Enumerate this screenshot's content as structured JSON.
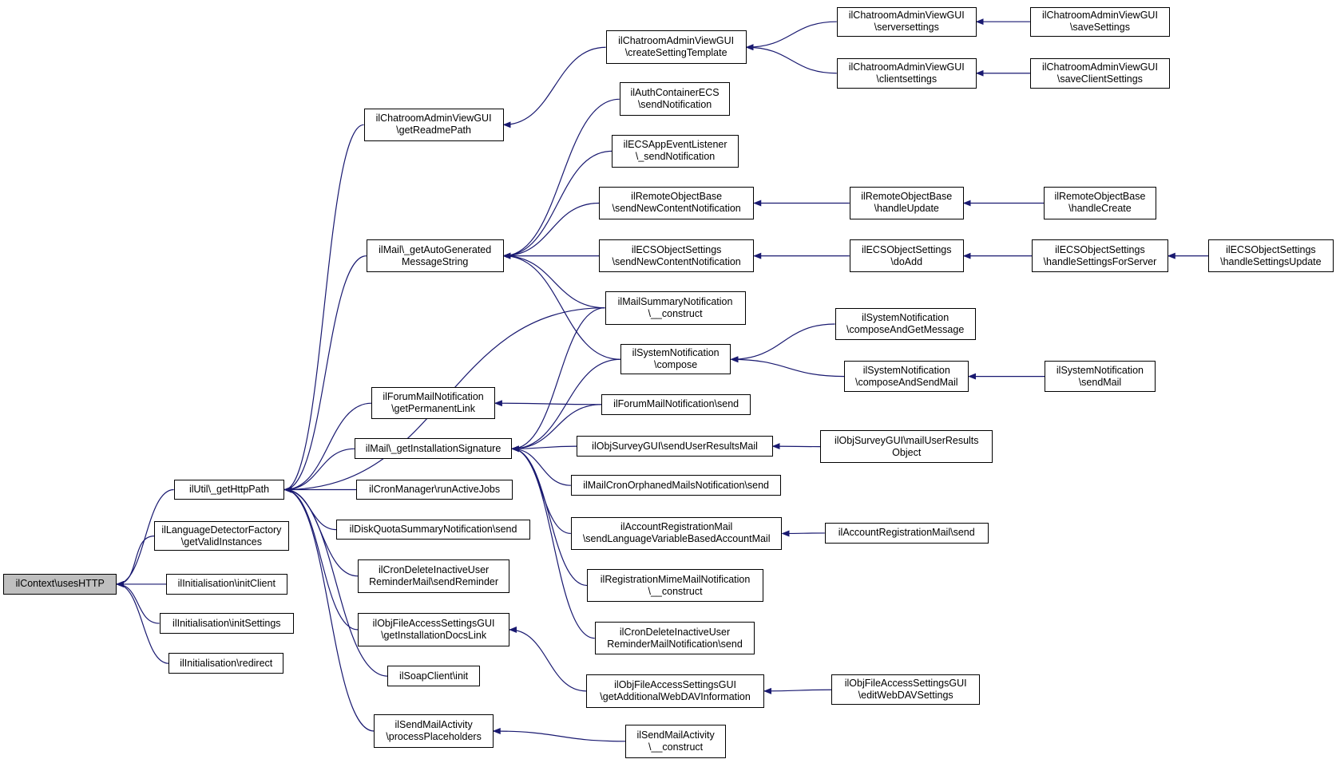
{
  "colors": {
    "edge": "#191970",
    "node_border": "#000000",
    "root_fill": "#bfbfbf",
    "node_fill": "#ffffff"
  },
  "nodes": {
    "n0": [
      "ilContext\\usesHTTP"
    ],
    "n1": [
      "ilUtil\\_getHttpPath"
    ],
    "n2": [
      "ilLanguageDetectorFactory",
      "\\getValidInstances"
    ],
    "n3": [
      "ilInitialisation\\initClient"
    ],
    "n4": [
      "ilInitialisation\\initSettings"
    ],
    "n5": [
      "ilInitialisation\\redirect"
    ],
    "n6": [
      "ilChatroomAdminViewGUI",
      "\\getReadmePath"
    ],
    "n7": [
      "ilMail\\_getAutoGenerated",
      "MessageString"
    ],
    "n8": [
      "ilForumMailNotification",
      "\\getPermanentLink"
    ],
    "n9": [
      "ilMail\\_getInstallationSignature"
    ],
    "n10": [
      "ilCronManager\\runActiveJobs"
    ],
    "n11": [
      "ilDiskQuotaSummaryNotification\\send"
    ],
    "n12": [
      "ilCronDeleteInactiveUser",
      "ReminderMail\\sendReminder"
    ],
    "n13": [
      "ilObjFileAccessSettingsGUI",
      "\\getInstallationDocsLink"
    ],
    "n14": [
      "ilSoapClient\\init"
    ],
    "n15": [
      "ilSendMailActivity",
      "\\processPlaceholders"
    ],
    "n16": [
      "ilChatroomAdminViewGUI",
      "\\createSettingTemplate"
    ],
    "n17": [
      "ilAuthContainerECS",
      "\\sendNotification"
    ],
    "n18": [
      "ilECSAppEventListener",
      "\\_sendNotification"
    ],
    "n19": [
      "ilRemoteObjectBase",
      "\\sendNewContentNotification"
    ],
    "n20": [
      "ilECSObjectSettings",
      "\\sendNewContentNotification"
    ],
    "n21": [
      "ilMailSummaryNotification",
      "\\__construct"
    ],
    "n22": [
      "ilSystemNotification",
      "\\compose"
    ],
    "n23": [
      "ilForumMailNotification\\send"
    ],
    "n24": [
      "ilObjSurveyGUI\\sendUserResultsMail"
    ],
    "n25": [
      "ilMailCronOrphanedMailsNotification\\send"
    ],
    "n26": [
      "ilAccountRegistrationMail",
      "\\sendLanguageVariableBasedAccountMail"
    ],
    "n27": [
      "ilRegistrationMimeMailNotification",
      "\\__construct"
    ],
    "n28": [
      "ilCronDeleteInactiveUser",
      "ReminderMailNotification\\send"
    ],
    "n29": [
      "ilObjFileAccessSettingsGUI",
      "\\getAdditionalWebDAVInformation"
    ],
    "n30": [
      "ilSendMailActivity",
      "\\__construct"
    ],
    "n31": [
      "ilChatroomAdminViewGUI",
      "\\serversettings"
    ],
    "n32": [
      "ilChatroomAdminViewGUI",
      "\\clientsettings"
    ],
    "n33": [
      "ilRemoteObjectBase",
      "\\handleUpdate"
    ],
    "n34": [
      "ilECSObjectSettings",
      "\\doAdd"
    ],
    "n35": [
      "ilSystemNotification",
      "\\composeAndGetMessage"
    ],
    "n36": [
      "ilSystemNotification",
      "\\composeAndSendMail"
    ],
    "n37": [
      "ilObjSurveyGUI\\mailUserResults",
      "Object"
    ],
    "n38": [
      "ilAccountRegistrationMail\\send"
    ],
    "n39": [
      "ilObjFileAccessSettingsGUI",
      "\\editWebDAVSettings"
    ],
    "n40": [
      "ilChatroomAdminViewGUI",
      "\\saveSettings"
    ],
    "n41": [
      "ilChatroomAdminViewGUI",
      "\\saveClientSettings"
    ],
    "n42": [
      "ilRemoteObjectBase",
      "\\handleCreate"
    ],
    "n43": [
      "ilECSObjectSettings",
      "\\handleSettingsForServer"
    ],
    "n44": [
      "ilECSObjectSettings",
      "\\handleSettingsUpdate"
    ],
    "n45": [
      "ilSystemNotification",
      "\\sendMail"
    ]
  }
}
